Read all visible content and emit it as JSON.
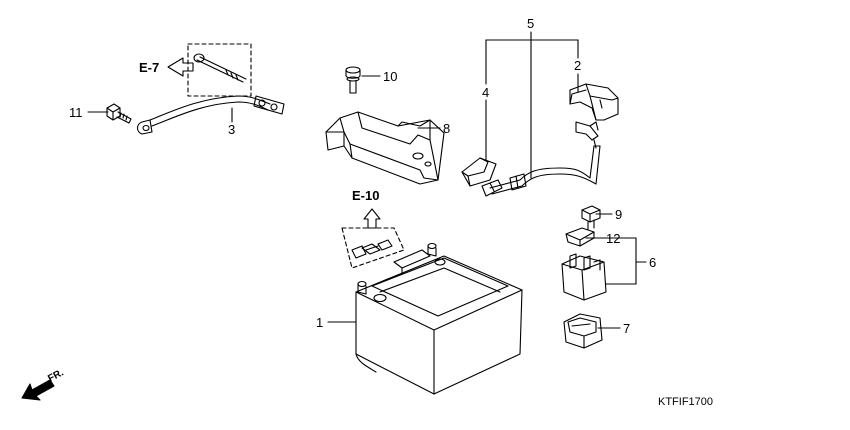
{
  "callouts": {
    "c1": "1",
    "c2": "2",
    "c3": "3",
    "c4": "4",
    "c5": "5",
    "c6": "6",
    "c7": "7",
    "c8": "8",
    "c9": "9",
    "c10": "10",
    "c11": "11",
    "c12": "12"
  },
  "refs": {
    "e7": "E-7",
    "e10": "E-10"
  },
  "direction_label": "FR.",
  "diagram_code": "KTFIF1700"
}
